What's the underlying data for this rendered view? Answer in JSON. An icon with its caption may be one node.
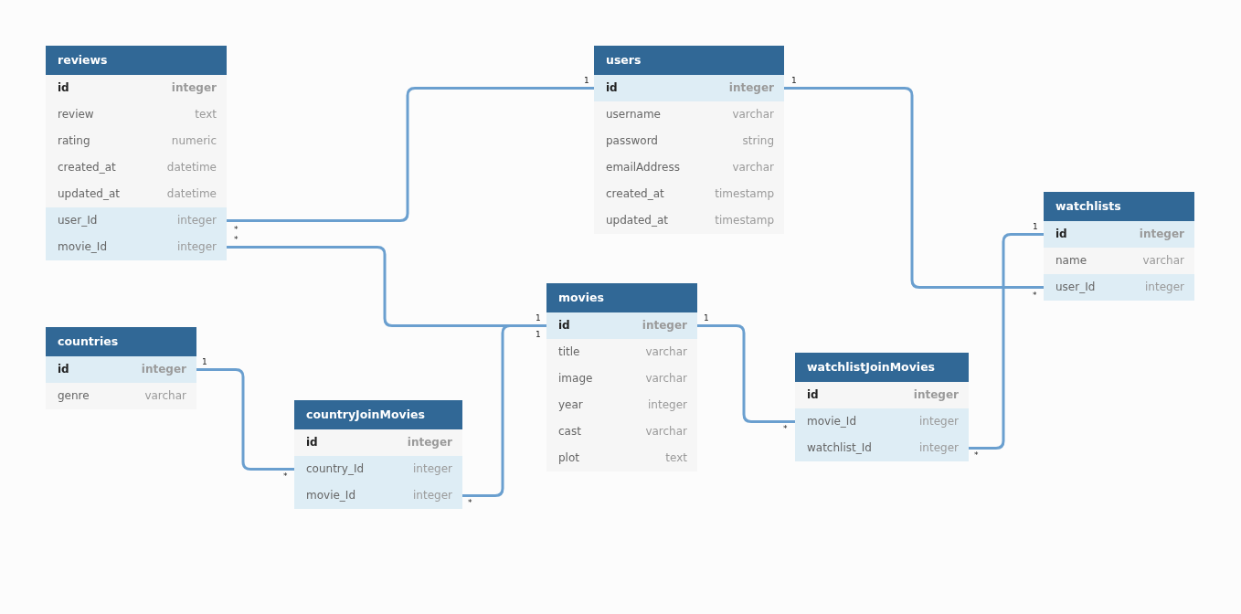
{
  "diagram": {
    "nodes": [
      {
        "text": [
          "reviews"
        ]
      },
      {
        "text": [
          "id",
          "integer"
        ],
        "in": 0
      },
      {
        "text": [
          "review",
          "text"
        ],
        "in": 0
      },
      {
        "text": [
          "rating",
          "numeric"
        ],
        "in": 0
      },
      {
        "text": [
          "created_at",
          "datetime"
        ],
        "in": 0
      },
      {
        "text": [
          "updated_at",
          "datetime"
        ],
        "in": 0
      },
      {
        "text": [
          "user_Id",
          "integer"
        ],
        "in": 0
      },
      {
        "text": [
          "movie_Id",
          "integer"
        ],
        "in": 0
      },
      {
        "text": [
          "users"
        ]
      },
      {
        "text": [
          "id",
          "integer"
        ],
        "in": 8
      },
      {
        "text": [
          "username",
          "varchar"
        ],
        "in": 8
      },
      {
        "text": [
          "password",
          "string"
        ],
        "in": 8
      },
      {
        "text": [
          "emailAddress",
          "varchar"
        ],
        "in": 8
      },
      {
        "text": [
          "created_at",
          "timestamp"
        ],
        "in": 8
      },
      {
        "text": [
          "updated_at",
          "timestamp"
        ],
        "in": 8
      },
      {
        "text": [
          "watchlists"
        ]
      },
      {
        "text": [
          "id",
          "integer"
        ],
        "in": 15
      },
      {
        "text": [
          "name",
          "varchar"
        ],
        "in": 15
      },
      {
        "text": [
          "user_Id",
          "integer"
        ],
        "in": 15
      },
      {
        "text": [
          "movies"
        ]
      },
      {
        "text": [
          "id",
          "integer"
        ],
        "in": 19
      },
      {
        "text": [
          "title",
          "varchar"
        ],
        "in": 19
      },
      {
        "text": [
          "image",
          "varchar"
        ],
        "in": 19
      },
      {
        "text": [
          "year",
          "integer"
        ],
        "in": 19
      },
      {
        "text": [
          "cast",
          "varchar"
        ],
        "in": 19
      },
      {
        "text": [
          "plot",
          "text"
        ],
        "in": 19
      },
      {
        "text": [
          "countries"
        ]
      },
      {
        "text": [
          "id",
          "integer"
        ],
        "in": 26
      },
      {
        "text": [
          "genre",
          "varchar"
        ],
        "in": 26
      },
      {
        "text": [
          "watchlistJoinMovies"
        ]
      },
      {
        "text": [
          "id",
          "integer"
        ],
        "in": 29
      },
      {
        "text": [
          "movie_Id",
          "integer"
        ],
        "in": 29
      },
      {
        "text": [
          "watchlist_Id",
          "integer"
        ],
        "in": 29
      },
      {
        "text": [
          "countryJoinMovies"
        ]
      },
      {
        "text": [
          "id",
          "integer"
        ],
        "in": 33
      },
      {
        "text": [
          "country_Id",
          "integer"
        ],
        "in": 33
      },
      {
        "text": [
          "movie_Id",
          "integer"
        ],
        "in": 33
      }
    ],
    "edges": [
      {
        "from": 6,
        "to": 9,
        "arrow": "none"
      },
      {
        "from": 7,
        "to": 20,
        "arrow": "none"
      },
      {
        "from": 18,
        "to": 9,
        "arrow": "none"
      },
      {
        "from": 31,
        "to": 20,
        "arrow": "none"
      },
      {
        "from": 32,
        "to": 16,
        "arrow": "none"
      },
      {
        "from": 35,
        "to": 27,
        "arrow": "none"
      },
      {
        "from": 36,
        "to": 20,
        "arrow": "none"
      }
    ],
    "labels": [
      "1",
      "1",
      "1",
      "*",
      "*",
      "*",
      "1",
      "1",
      "1",
      "1",
      "*",
      "*",
      "*",
      "*"
    ]
  }
}
